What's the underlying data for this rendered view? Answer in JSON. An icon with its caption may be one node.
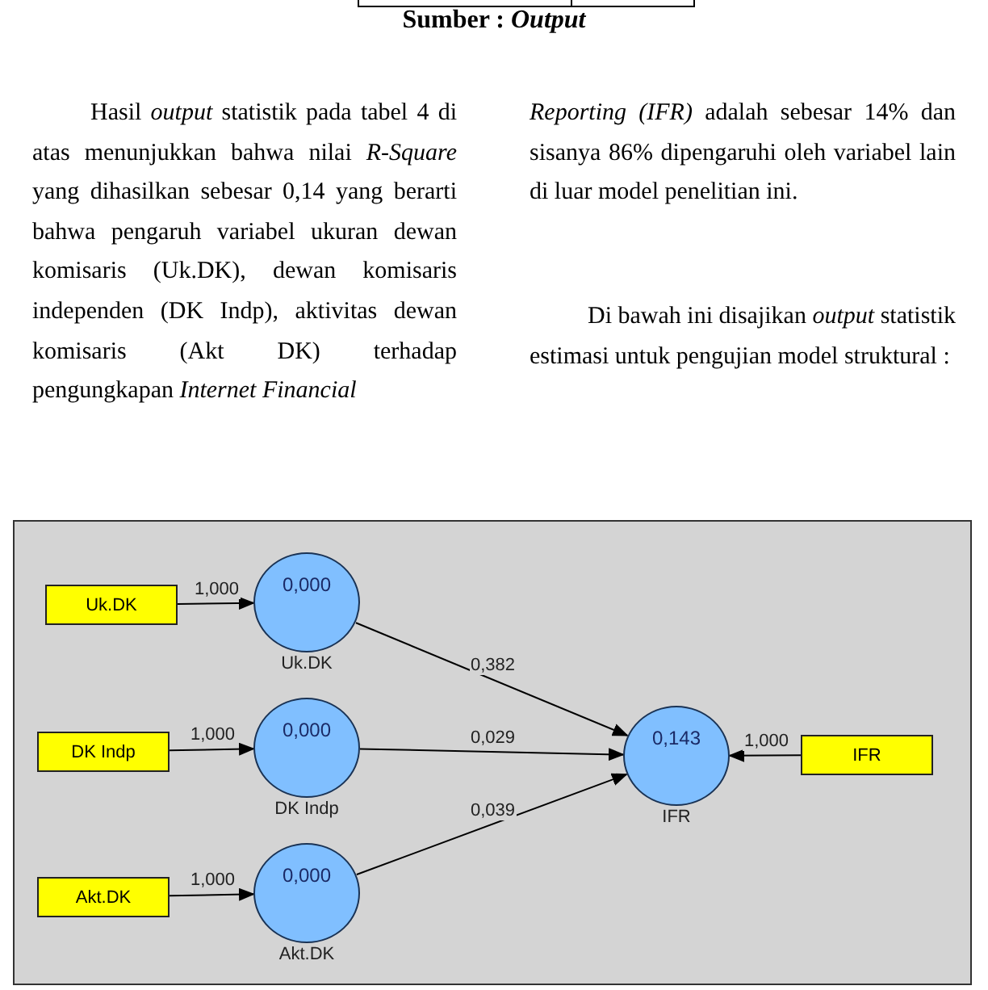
{
  "diagram": {
    "caption": "Sumber : *Output*",
    "nodes": [
      {
        "text": [
          "Uk.DK"
        ]
      },
      {
        "text": [
          "0,000"
        ],
        "beside": [
          "Uk.DK"
        ]
      },
      {
        "text": [
          "DK Indp"
        ]
      },
      {
        "text": [
          "0,000"
        ],
        "beside": [
          "DK Indp"
        ]
      },
      {
        "text": [
          "Akt.DK"
        ]
      },
      {
        "text": [
          "0,000"
        ],
        "beside": [
          "Akt.DK"
        ]
      },
      {
        "text": [
          "0,143"
        ],
        "beside": [
          "IFR"
        ]
      },
      {
        "text": [
          "IFR"
        ]
      }
    ],
    "edges": [
      {
        "from": 0,
        "to": 1,
        "arrow": "to",
        "label": "1,000"
      },
      {
        "from": 2,
        "to": 3,
        "arrow": "to",
        "label": "1,000"
      },
      {
        "from": 4,
        "to": 5,
        "arrow": "to",
        "label": "1,000"
      },
      {
        "from": 1,
        "to": 6,
        "arrow": "to",
        "label": "0,382"
      },
      {
        "from": 3,
        "to": 6,
        "arrow": "to",
        "label": "0,029"
      },
      {
        "from": 5,
        "to": 6,
        "arrow": "to",
        "label": "0,039"
      },
      {
        "from": 7,
        "to": 6,
        "arrow": "to",
        "label": "1,000"
      }
    ],
    "labels": [
      "Hasil *output* statistik pada tabel 4 di atas menunjukkan bahwa nilai *R-Square* yang dihasilkan sebesar 0,14 yang berarti bahwa pengaruh variabel ukuran dewan komisaris (Uk.DK), dewan komisaris independen (DK Indp), aktivitas dewan komisaris (Akt DK) terhadap pengungkapan *Internet Financial*",
      "*Reporting (IFR)* adalah sebesar 14% dan sisanya 86% dipengaruhi oleh variabel lain di luar model penelitian ini.",
      "Di bawah ini disajikan *output* statistik estimasi untuk pengujian model struktural :"
    ]
  }
}
